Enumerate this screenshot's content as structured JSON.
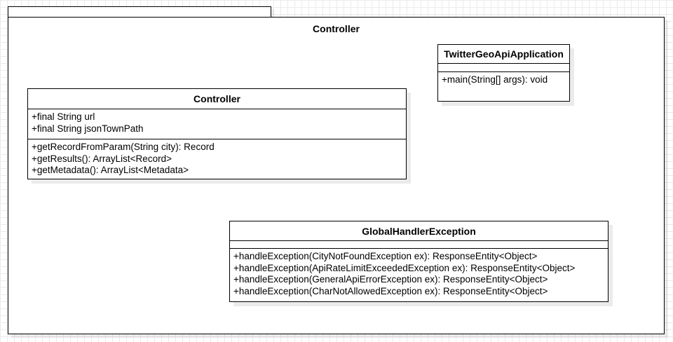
{
  "package": {
    "title": "Controller"
  },
  "classes": {
    "controller": {
      "name": "Controller",
      "attributes": [
        "+final String url",
        "+final String jsonTownPath"
      ],
      "methods": [
        "+getRecordFromParam(String city): Record",
        "+getResults(): ArrayList<Record>",
        "+getMetadata(): ArrayList<Metadata>"
      ]
    },
    "twitter_app": {
      "name": "TwitterGeoApiApplication",
      "attributes": [],
      "methods": [
        "+main(String[] args): void"
      ]
    },
    "global_handler": {
      "name": "GlobalHandlerException",
      "attributes": [],
      "methods": [
        "+handleException(CityNotFoundException ex): ResponseEntity<Object>",
        "+handleException(ApiRateLimitExceededException ex): ResponseEntity<Object>",
        "+handleException(GeneralApiErrorException ex): ResponseEntity<Object>",
        "+handleException(CharNotAllowedException ex): ResponseEntity<Object>"
      ]
    }
  }
}
